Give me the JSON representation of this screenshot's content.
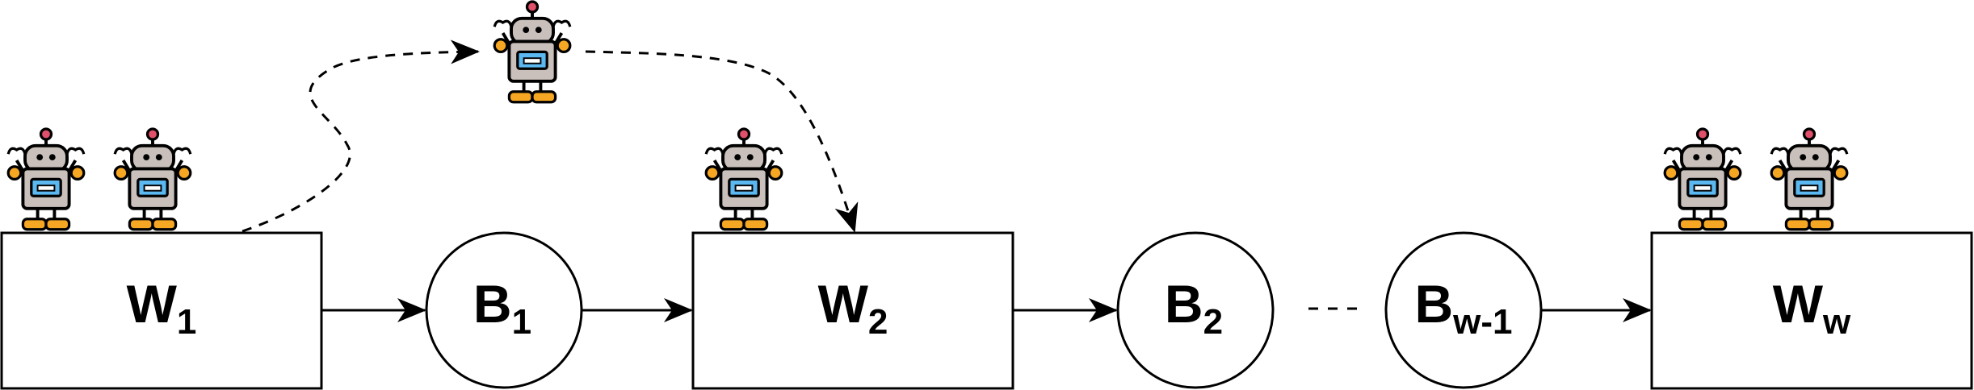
{
  "workstations": [
    {
      "main": "W",
      "sub": "1"
    },
    {
      "main": "W",
      "sub": "2"
    },
    {
      "main": "W",
      "sub": "w"
    }
  ],
  "buffers": [
    {
      "main": "B",
      "sub": "1"
    },
    {
      "main": "B",
      "sub": "2"
    },
    {
      "main": "B",
      "sub": "w-1"
    }
  ],
  "robots_per_workstation": [
    2,
    1,
    2
  ],
  "moving_robots": 1,
  "colors": {
    "stroke": "#000000",
    "robot_body": "#c9c0bb",
    "robot_screen": "#5bb8f0",
    "robot_limbs": "#f5a623",
    "robot_antenna": "#e0506a"
  },
  "icons": [
    "robot-icon",
    "arrow-icon",
    "ellipsis-dashes"
  ]
}
